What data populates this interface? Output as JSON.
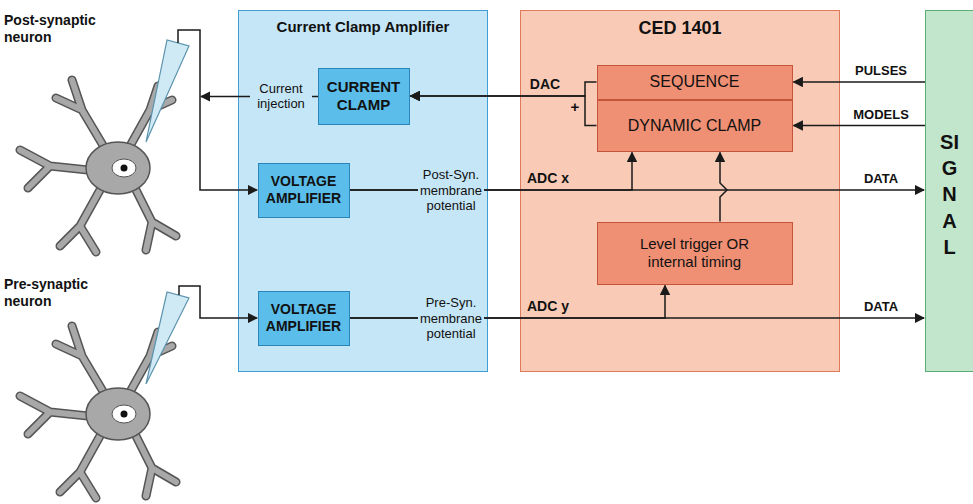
{
  "diagram": {
    "nodes": [
      {
        "text": [
          "Current Clamp Amplifier"
        ]
      },
      {
        "text": [
          "CURRENT CLAMP"
        ],
        "in": 0
      },
      {
        "text": [
          "VOLTAGE AMPLIFIER"
        ],
        "in": 0
      },
      {
        "text": [
          "VOLTAGE AMPLIFIER"
        ],
        "in": 0
      },
      {
        "text": [
          "CED 1401"
        ]
      },
      {
        "text": [
          "SEQUENCE"
        ],
        "in": 4
      },
      {
        "text": [
          "DYNAMIC CLAMP"
        ],
        "in": 4
      },
      {
        "text": [
          "Level trigger OR internal timing"
        ],
        "in": 4
      },
      {
        "text": [
          "SIGNAL"
        ]
      }
    ],
    "edges": [
      {
        "from": 5,
        "to": 1,
        "arrow": "to"
      },
      {
        "from": 6,
        "to": 1,
        "arrow": "to"
      },
      {
        "from": 2,
        "to": 8,
        "label": "DATA",
        "arrow": "to"
      },
      {
        "from": 2,
        "to": 6,
        "arrow": "to"
      },
      {
        "from": 7,
        "to": 6,
        "arrow": "to"
      },
      {
        "from": 3,
        "to": 8,
        "label": "DATA",
        "arrow": "to"
      },
      {
        "from": 3,
        "to": 7,
        "arrow": "to"
      },
      {
        "from": 8,
        "to": 5,
        "label": "PULSES",
        "arrow": "to"
      },
      {
        "from": 8,
        "to": 6,
        "label": "MODELS",
        "arrow": "to"
      }
    ],
    "labels": [
      "Post-synaptic neuron",
      "Current injection",
      "Post-Syn. membrane potential",
      "Pre-synaptic neuron",
      "Pre-Syn. membrane potential",
      "DAC",
      "+",
      "ADC x",
      "ADC y"
    ]
  }
}
